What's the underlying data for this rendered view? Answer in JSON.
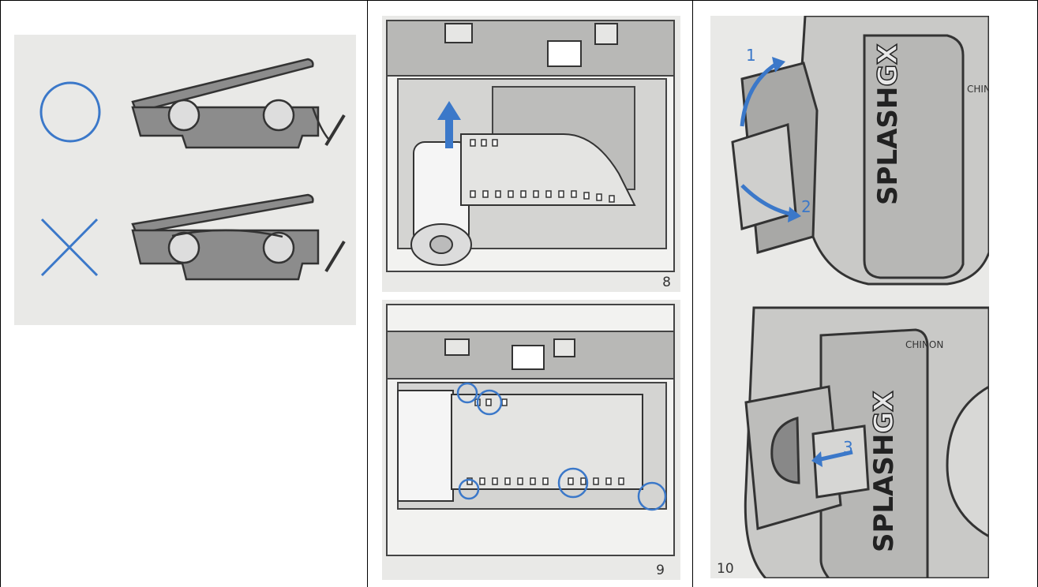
{
  "figures": {
    "fig8": {
      "number": "8"
    },
    "fig9": {
      "number": "9"
    },
    "fig10": {
      "number": "10",
      "step1": "1",
      "step2": "2",
      "step3": "3"
    }
  },
  "camera": {
    "brand": "CHINON",
    "brand_partial": "CHIN",
    "model": "SPLASH",
    "model_suffix": "GX"
  },
  "colors": {
    "accent": "#3b78c9",
    "line": "#333333",
    "panel_bg": "#e9e9e7"
  },
  "icons": {
    "correct": "circle-icon",
    "wrong": "x-icon"
  }
}
